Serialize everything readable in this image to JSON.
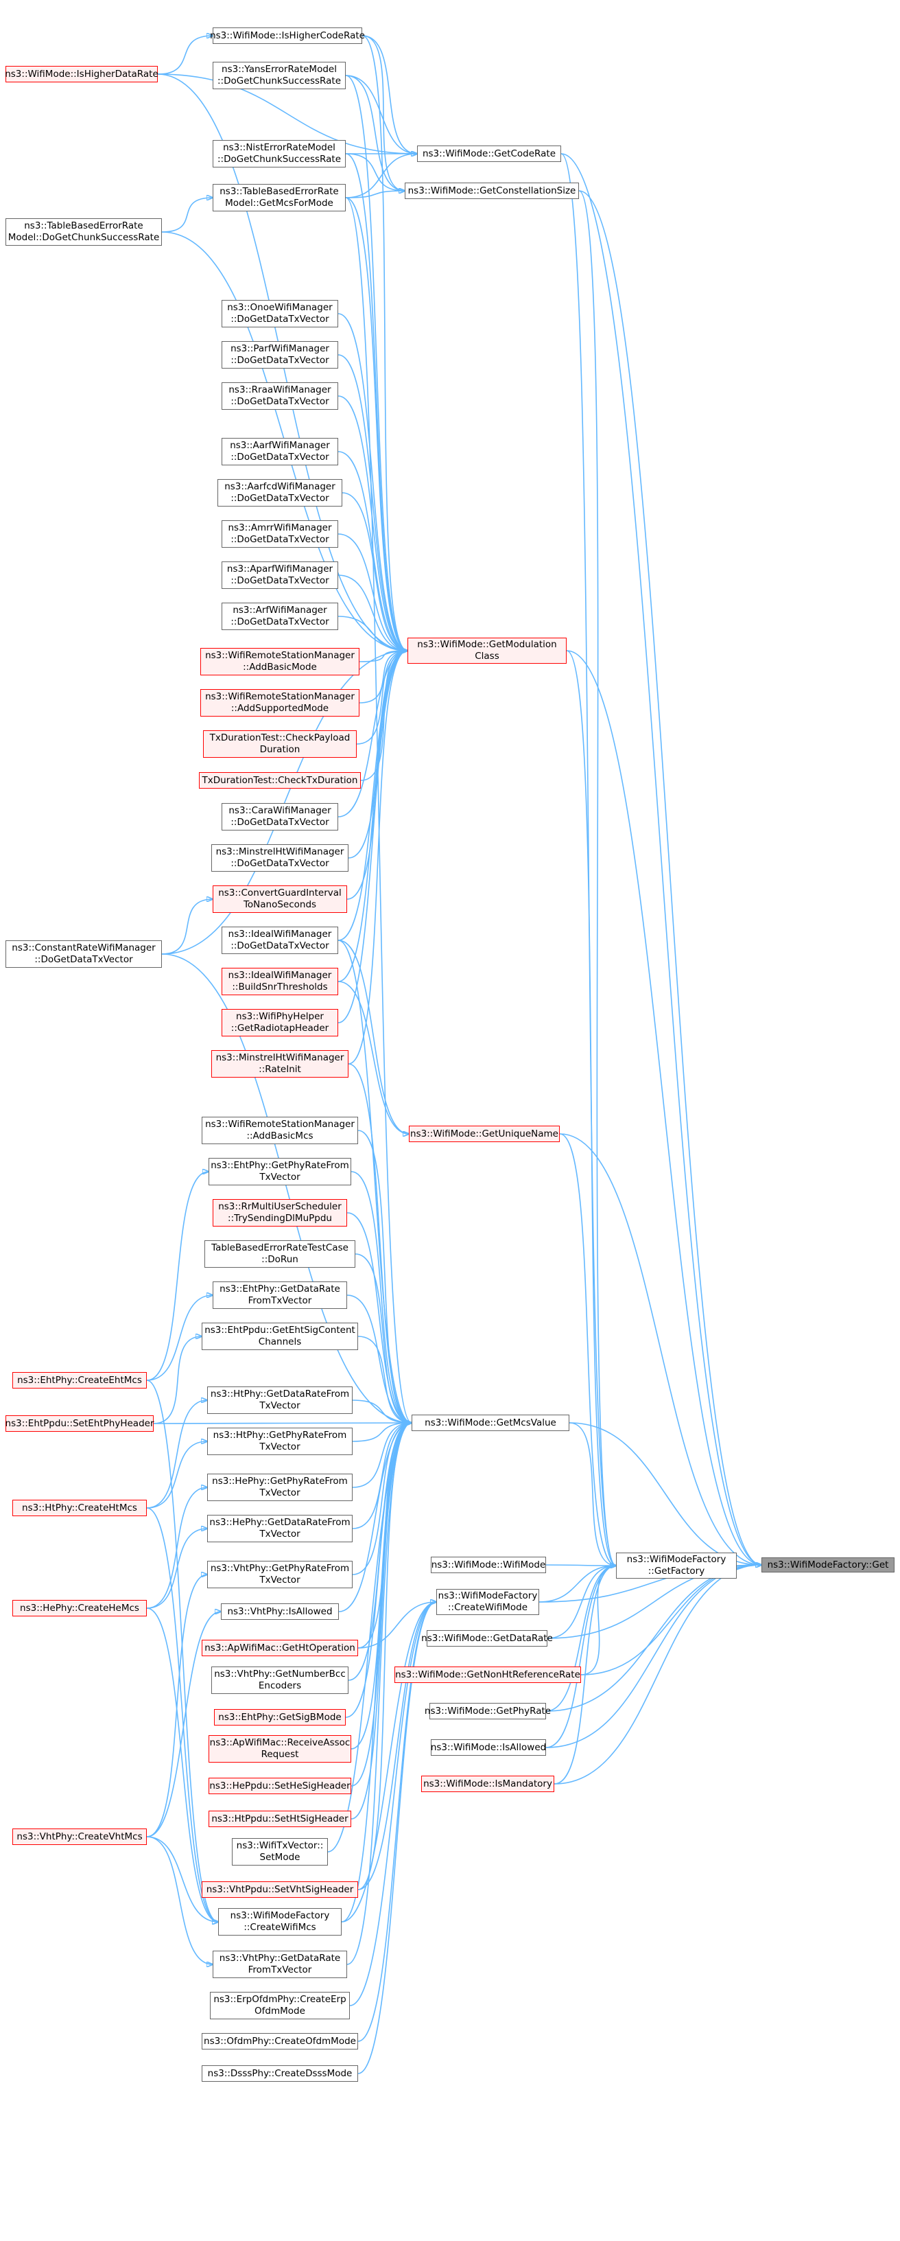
{
  "graph": {
    "nodes": [
      {
        "id": "get",
        "label": "ns3::WifiModeFactory::Get",
        "style": "target"
      },
      {
        "id": "getfactory",
        "label": "ns3::WifiModeFactory\n::GetFactory",
        "style": "normal"
      },
      {
        "id": "getmcsvalue",
        "label": "ns3::WifiMode::GetMcsValue",
        "style": "normal"
      },
      {
        "id": "getmodclass",
        "label": "ns3::WifiMode::GetModulation\nClass",
        "style": "red"
      },
      {
        "id": "getcoderate",
        "label": "ns3::WifiMode::GetCodeRate",
        "style": "normal"
      },
      {
        "id": "getconst",
        "label": "ns3::WifiMode::GetConstellationSize",
        "style": "normal"
      },
      {
        "id": "getuniquename",
        "label": "ns3::WifiMode::GetUniqueName",
        "style": "red"
      },
      {
        "id": "wifimode",
        "label": "ns3::WifiMode::WifiMode",
        "style": "normal"
      },
      {
        "id": "createwifimode",
        "label": "ns3::WifiModeFactory\n::CreateWifiMode",
        "style": "normal"
      },
      {
        "id": "getdatarate",
        "label": "ns3::WifiMode::GetDataRate",
        "style": "normal"
      },
      {
        "id": "getnonht",
        "label": "ns3::WifiMode::GetNonHtReferenceRate",
        "style": "red"
      },
      {
        "id": "getphyrate",
        "label": "ns3::WifiMode::GetPhyRate",
        "style": "normal"
      },
      {
        "id": "isallowed",
        "label": "ns3::WifiMode::IsAllowed",
        "style": "normal"
      },
      {
        "id": "ismandatory",
        "label": "ns3::WifiMode::IsMandatory",
        "style": "red"
      },
      {
        "id": "ishighercoderate",
        "label": "ns3::WifiMode::IsHigherCodeRate",
        "style": "normal"
      },
      {
        "id": "yans",
        "label": "ns3::YansErrorRateModel\n::DoGetChunkSuccessRate",
        "style": "normal"
      },
      {
        "id": "nist",
        "label": "ns3::NistErrorRateModel\n::DoGetChunkSuccessRate",
        "style": "normal"
      },
      {
        "id": "tbmcs",
        "label": "ns3::TableBasedErrorRate\nModel::GetMcsForMode",
        "style": "normal"
      },
      {
        "id": "onoe",
        "label": "ns3::OnoeWifiManager\n::DoGetDataTxVector",
        "style": "normal"
      },
      {
        "id": "parf",
        "label": "ns3::ParfWifiManager\n::DoGetDataTxVector",
        "style": "normal"
      },
      {
        "id": "rraa",
        "label": "ns3::RraaWifiManager\n::DoGetDataTxVector",
        "style": "normal"
      },
      {
        "id": "aarf",
        "label": "ns3::AarfWifiManager\n::DoGetDataTxVector",
        "style": "normal"
      },
      {
        "id": "aarfcd",
        "label": "ns3::AarfcdWifiManager\n::DoGetDataTxVector",
        "style": "normal"
      },
      {
        "id": "amrr",
        "label": "ns3::AmrrWifiManager\n::DoGetDataTxVector",
        "style": "normal"
      },
      {
        "id": "aparf",
        "label": "ns3::AparfWifiManager\n::DoGetDataTxVector",
        "style": "normal"
      },
      {
        "id": "arf",
        "label": "ns3::ArfWifiManager\n::DoGetDataTxVector",
        "style": "normal"
      },
      {
        "id": "rsmaddbasic",
        "label": "ns3::WifiRemoteStationManager\n::AddBasicMode",
        "style": "red"
      },
      {
        "id": "rsmaddsupp",
        "label": "ns3::WifiRemoteStationManager\n::AddSupportedMode",
        "style": "red"
      },
      {
        "id": "txcheckpayload",
        "label": "TxDurationTest::CheckPayload\nDuration",
        "style": "red"
      },
      {
        "id": "txchecktx",
        "label": "TxDurationTest::CheckTxDuration",
        "style": "red"
      },
      {
        "id": "cara",
        "label": "ns3::CaraWifiManager\n::DoGetDataTxVector",
        "style": "normal"
      },
      {
        "id": "minstrelht",
        "label": "ns3::MinstrelHtWifiManager\n::DoGetDataTxVector",
        "style": "normal"
      },
      {
        "id": "convguard",
        "label": "ns3::ConvertGuardInterval\nToNanoSeconds",
        "style": "red"
      },
      {
        "id": "ideal",
        "label": "ns3::IdealWifiManager\n::DoGetDataTxVector",
        "style": "normal"
      },
      {
        "id": "idealbuild",
        "label": "ns3::IdealWifiManager\n::BuildSnrThresholds",
        "style": "red"
      },
      {
        "id": "radiotap",
        "label": "ns3::WifiPhyHelper\n::GetRadiotapHeader",
        "style": "red"
      },
      {
        "id": "minstrelinit",
        "label": "ns3::MinstrelHtWifiManager\n::RateInit",
        "style": "red"
      },
      {
        "id": "rsmaddbasicmcs",
        "label": "ns3::WifiRemoteStationManager\n::AddBasicMcs",
        "style": "normal"
      },
      {
        "id": "ehtphyrate",
        "label": "ns3::EhtPhy::GetPhyRateFrom\nTxVector",
        "style": "normal"
      },
      {
        "id": "rrmulti",
        "label": "ns3::RrMultiUserScheduler\n::TrySendingDlMuPpdu",
        "style": "red"
      },
      {
        "id": "tbtest",
        "label": "TableBasedErrorRateTestCase\n::DoRun",
        "style": "normal"
      },
      {
        "id": "ehtdatarate",
        "label": "ns3::EhtPhy::GetDataRate\nFromTxVector",
        "style": "normal"
      },
      {
        "id": "ehtsig",
        "label": "ns3::EhtPpdu::GetEhtSigContent\nChannels",
        "style": "normal"
      },
      {
        "id": "htdatarate",
        "label": "ns3::HtPhy::GetDataRateFrom\nTxVector",
        "style": "normal"
      },
      {
        "id": "htphyrate",
        "label": "ns3::HtPhy::GetPhyRateFrom\nTxVector",
        "style": "normal"
      },
      {
        "id": "hephyrate",
        "label": "ns3::HePhy::GetPhyRateFrom\nTxVector",
        "style": "normal"
      },
      {
        "id": "hedatarate",
        "label": "ns3::HePhy::GetDataRateFrom\nTxVector",
        "style": "normal"
      },
      {
        "id": "vhtphyrate",
        "label": "ns3::VhtPhy::GetPhyRateFrom\nTxVector",
        "style": "normal"
      },
      {
        "id": "vhtallowed",
        "label": "ns3::VhtPhy::IsAllowed",
        "style": "normal"
      },
      {
        "id": "apht",
        "label": "ns3::ApWifiMac::GetHtOperation",
        "style": "red"
      },
      {
        "id": "vhtbcc",
        "label": "ns3::VhtPhy::GetNumberBcc\nEncoders",
        "style": "normal"
      },
      {
        "id": "ehtsigb",
        "label": "ns3::EhtPhy::GetSigBMode",
        "style": "red"
      },
      {
        "id": "apassoc",
        "label": "ns3::ApWifiMac::ReceiveAssoc\nRequest",
        "style": "red"
      },
      {
        "id": "hesig",
        "label": "ns3::HePpdu::SetHeSigHeader",
        "style": "red"
      },
      {
        "id": "htsig",
        "label": "ns3::HtPpdu::SetHtSigHeader",
        "style": "red"
      },
      {
        "id": "txvecsetmode",
        "label": "ns3::WifiTxVector::\nSetMode",
        "style": "normal"
      },
      {
        "id": "vhtsig",
        "label": "ns3::VhtPpdu::SetVhtSigHeader",
        "style": "red"
      },
      {
        "id": "createwifimcs",
        "label": "ns3::WifiModeFactory\n::CreateWifiMcs",
        "style": "normal"
      },
      {
        "id": "vhtdatarate",
        "label": "ns3::VhtPhy::GetDataRate\nFromTxVector",
        "style": "normal"
      },
      {
        "id": "erpofdm",
        "label": "ns3::ErpOfdmPhy::CreateErp\nOfdmMode",
        "style": "normal"
      },
      {
        "id": "ofdm",
        "label": "ns3::OfdmPhy::CreateOfdmMode",
        "style": "normal"
      },
      {
        "id": "dsss",
        "label": "ns3::DsssPhy::CreateDsssMode",
        "style": "normal"
      },
      {
        "id": "ishigherdatarate",
        "label": "ns3::WifiMode::IsHigherDataRate",
        "style": "red"
      },
      {
        "id": "tbchunk",
        "label": "ns3::TableBasedErrorRate\nModel::DoGetChunkSuccessRate",
        "style": "normal"
      },
      {
        "id": "constrate",
        "label": "ns3::ConstantRateWifiManager\n::DoGetDataTxVector",
        "style": "normal"
      },
      {
        "id": "ehtcreatemcs",
        "label": "ns3::EhtPhy::CreateEhtMcs",
        "style": "red"
      },
      {
        "id": "ehtsetheader",
        "label": "ns3::EhtPpdu::SetEhtPhyHeader",
        "style": "red"
      },
      {
        "id": "htcreatemcs",
        "label": "ns3::HtPhy::CreateHtMcs",
        "style": "red"
      },
      {
        "id": "hecreatemcs",
        "label": "ns3::HePhy::CreateHeMcs",
        "style": "red"
      },
      {
        "id": "vhtcreatemcs",
        "label": "ns3::VhtPhy::CreateVhtMcs",
        "style": "red"
      }
    ],
    "edges": [
      [
        "getfactory",
        "get"
      ],
      [
        "getmcsvalue",
        "get"
      ],
      [
        "getmodclass",
        "get"
      ],
      [
        "getcoderate",
        "get"
      ],
      [
        "getconst",
        "get"
      ],
      [
        "getuniquename",
        "get"
      ],
      [
        "wifimode",
        "getfactory"
      ],
      [
        "createwifimode",
        "get"
      ],
      [
        "getdatarate",
        "get"
      ],
      [
        "getnonht",
        "get"
      ],
      [
        "getphyrate",
        "get"
      ],
      [
        "isallowed",
        "get"
      ],
      [
        "ismandatory",
        "get"
      ],
      [
        "getmcsvalue",
        "getfactory"
      ],
      [
        "getmodclass",
        "getfactory"
      ],
      [
        "getcoderate",
        "getfactory"
      ],
      [
        "getconst",
        "getfactory"
      ],
      [
        "getuniquename",
        "getfactory"
      ],
      [
        "createwifimode",
        "getfactory"
      ],
      [
        "getdatarate",
        "getfactory"
      ],
      [
        "getnonht",
        "getfactory"
      ],
      [
        "getphyrate",
        "getfactory"
      ],
      [
        "isallowed",
        "getfactory"
      ],
      [
        "ismandatory",
        "getfactory"
      ],
      [
        "ishighercoderate",
        "getcoderate"
      ],
      [
        "yans",
        "getcoderate"
      ],
      [
        "nist",
        "getcoderate"
      ],
      [
        "tbmcs",
        "getcoderate"
      ],
      [
        "ishigherdatarate",
        "getcoderate"
      ],
      [
        "ishighercoderate",
        "getconst"
      ],
      [
        "yans",
        "getconst"
      ],
      [
        "nist",
        "getconst"
      ],
      [
        "tbmcs",
        "getconst"
      ],
      [
        "ishigherdatarate",
        "ishighercoderate"
      ],
      [
        "tbchunk",
        "tbmcs"
      ],
      [
        "onoe",
        "getmodclass"
      ],
      [
        "parf",
        "getmodclass"
      ],
      [
        "rraa",
        "getmodclass"
      ],
      [
        "aarf",
        "getmodclass"
      ],
      [
        "aarfcd",
        "getmodclass"
      ],
      [
        "amrr",
        "getmodclass"
      ],
      [
        "aparf",
        "getmodclass"
      ],
      [
        "arf",
        "getmodclass"
      ],
      [
        "rsmaddbasic",
        "getmodclass"
      ],
      [
        "rsmaddsupp",
        "getmodclass"
      ],
      [
        "txcheckpayload",
        "getmodclass"
      ],
      [
        "txchecktx",
        "getmodclass"
      ],
      [
        "cara",
        "getmodclass"
      ],
      [
        "minstrelht",
        "getmodclass"
      ],
      [
        "convguard",
        "getmodclass"
      ],
      [
        "ideal",
        "getmodclass"
      ],
      [
        "idealbuild",
        "getmodclass"
      ],
      [
        "radiotap",
        "getmodclass"
      ],
      [
        "minstrelinit",
        "getmodclass"
      ],
      [
        "ishighercoderate",
        "getmodclass"
      ],
      [
        "yans",
        "getmodclass"
      ],
      [
        "nist",
        "getmodclass"
      ],
      [
        "tbmcs",
        "getmodclass"
      ],
      [
        "ishigherdatarate",
        "getmodclass"
      ],
      [
        "tbchunk",
        "getmodclass"
      ],
      [
        "constrate",
        "getmodclass"
      ],
      [
        "constrate",
        "convguard"
      ],
      [
        "ideal",
        "getuniquename"
      ],
      [
        "idealbuild",
        "getuniquename"
      ],
      [
        "rsmaddbasicmcs",
        "getmcsvalue"
      ],
      [
        "ehtphyrate",
        "getmcsvalue"
      ],
      [
        "rrmulti",
        "getmcsvalue"
      ],
      [
        "tbtest",
        "getmcsvalue"
      ],
      [
        "ehtdatarate",
        "getmcsvalue"
      ],
      [
        "ehtsig",
        "getmcsvalue"
      ],
      [
        "htdatarate",
        "getmcsvalue"
      ],
      [
        "htphyrate",
        "getmcsvalue"
      ],
      [
        "hephyrate",
        "getmcsvalue"
      ],
      [
        "hedatarate",
        "getmcsvalue"
      ],
      [
        "vhtphyrate",
        "getmcsvalue"
      ],
      [
        "vhtallowed",
        "getmcsvalue"
      ],
      [
        "apht",
        "getmcsvalue"
      ],
      [
        "vhtbcc",
        "getmcsvalue"
      ],
      [
        "ehtsigb",
        "getmcsvalue"
      ],
      [
        "apassoc",
        "getmcsvalue"
      ],
      [
        "hesig",
        "getmcsvalue"
      ],
      [
        "htsig",
        "getmcsvalue"
      ],
      [
        "txvecsetmode",
        "getmcsvalue"
      ],
      [
        "vhtsig",
        "getmcsvalue"
      ],
      [
        "createwifimcs",
        "getmcsvalue"
      ],
      [
        "vhtdatarate",
        "getmcsvalue"
      ],
      [
        "ideal",
        "getmcsvalue"
      ],
      [
        "minstrelinit",
        "getmcsvalue"
      ],
      [
        "tbmcs",
        "getmcsvalue"
      ],
      [
        "constrate",
        "getmcsvalue"
      ],
      [
        "ehtsetheader",
        "getmcsvalue"
      ],
      [
        "ehtcreatemcs",
        "ehtphyrate"
      ],
      [
        "ehtcreatemcs",
        "ehtdatarate"
      ],
      [
        "ehtcreatemcs",
        "createwifimcs"
      ],
      [
        "ehtsetheader",
        "ehtsig"
      ],
      [
        "htcreatemcs",
        "htdatarate"
      ],
      [
        "htcreatemcs",
        "htphyrate"
      ],
      [
        "htcreatemcs",
        "createwifimcs"
      ],
      [
        "hecreatemcs",
        "hephyrate"
      ],
      [
        "hecreatemcs",
        "hedatarate"
      ],
      [
        "hecreatemcs",
        "createwifimcs"
      ],
      [
        "vhtcreatemcs",
        "vhtphyrate"
      ],
      [
        "vhtcreatemcs",
        "vhtallowed"
      ],
      [
        "vhtcreatemcs",
        "createwifimcs"
      ],
      [
        "vhtcreatemcs",
        "vhtdatarate"
      ],
      [
        "createwifimcs",
        "createwifimode"
      ],
      [
        "erpofdm",
        "createwifimode"
      ],
      [
        "ofdm",
        "createwifimode"
      ],
      [
        "dsss",
        "createwifimode"
      ],
      [
        "apht",
        "createwifimode"
      ],
      [
        "vhtsig",
        "createwifimode"
      ]
    ]
  },
  "colors": {
    "edge": "#63b8ff",
    "border": "#666666",
    "red_border": "#ff0000",
    "target_fill": "#999999"
  }
}
